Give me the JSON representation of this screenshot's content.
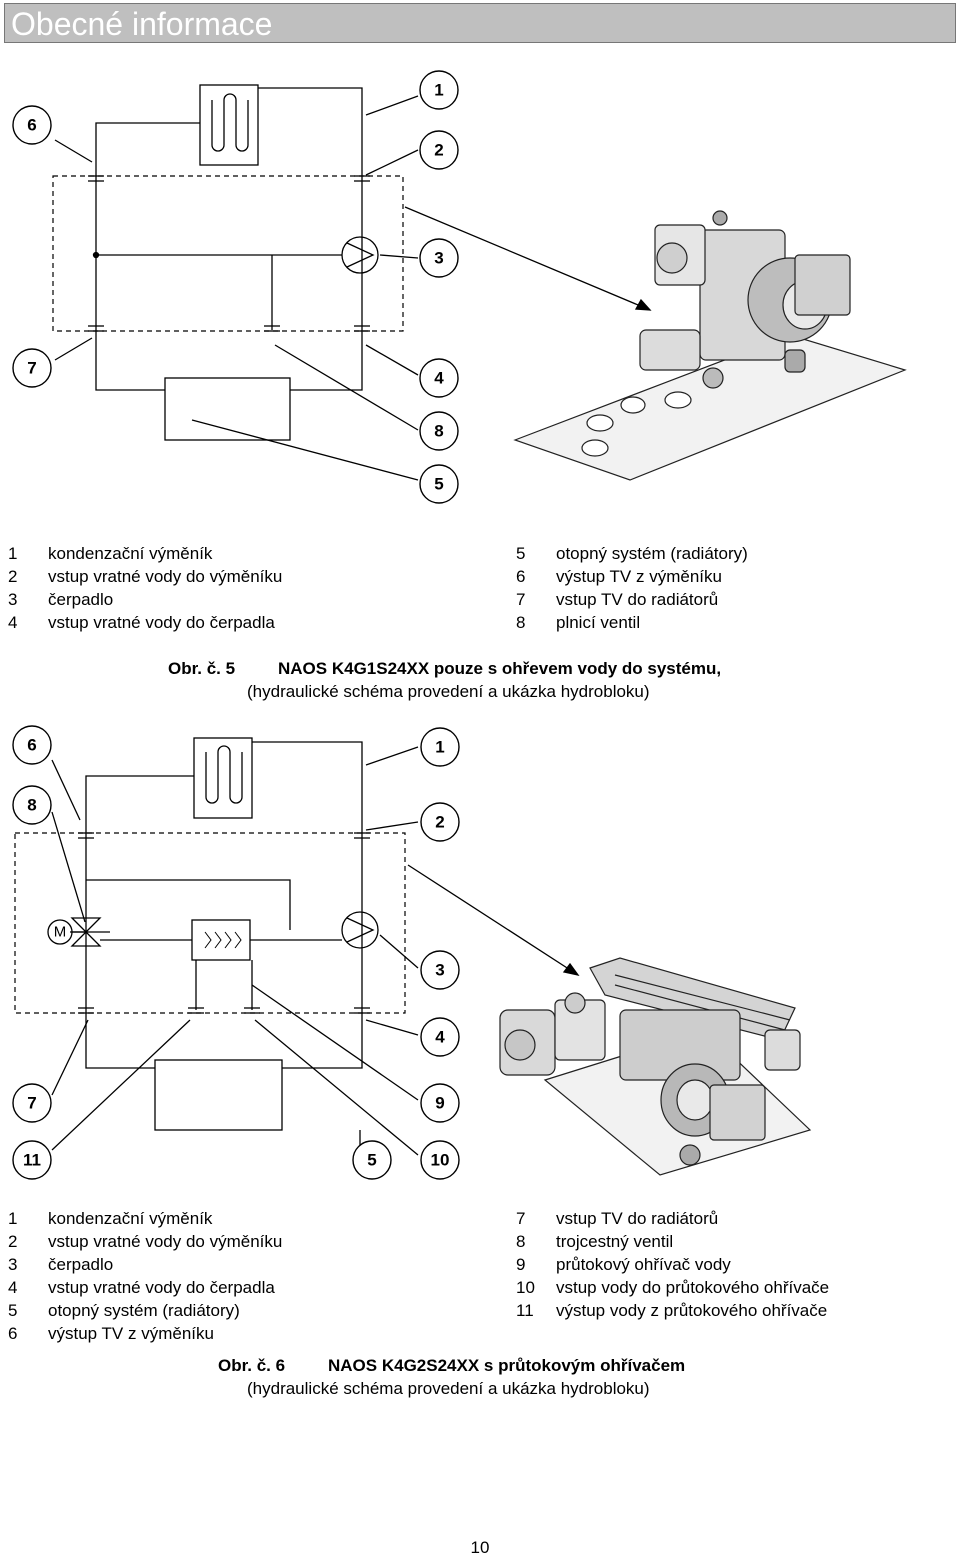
{
  "header": {
    "title": "Obecné informace"
  },
  "figure5": {
    "labels": [
      "1",
      "2",
      "3",
      "4",
      "5",
      "6",
      "7",
      "8"
    ],
    "legend_left": [
      {
        "num": "1",
        "text": "kondenzační výměník"
      },
      {
        "num": "2",
        "text": "vstup vratné vody do výměníku"
      },
      {
        "num": "3",
        "text": "čerpadlo"
      },
      {
        "num": "4",
        "text": "vstup vratné vody do čerpadla"
      }
    ],
    "legend_right": [
      {
        "num": "5",
        "text": "otopný systém (radiátory)"
      },
      {
        "num": "6",
        "text": "výstup TV z výměníku"
      },
      {
        "num": "7",
        "text": "vstup TV do radiátorů"
      },
      {
        "num": "8",
        "text": "plnicí ventil"
      }
    ],
    "caption_id": "Obr. č. 5",
    "caption_title": "NAOS K4G1S24XX pouze s ohřevem vody do systému,",
    "caption_sub": "(hydraulické schéma provedení a ukázka hydrobloku)"
  },
  "figure6": {
    "labels": [
      "1",
      "2",
      "3",
      "4",
      "5",
      "6",
      "7",
      "8",
      "9",
      "10",
      "11"
    ],
    "valve_letter": "M",
    "legend_left": [
      {
        "num": "1",
        "text": "kondenzační výměník"
      },
      {
        "num": "2",
        "text": "vstup vratné vody do výměníku"
      },
      {
        "num": "3",
        "text": "čerpadlo"
      },
      {
        "num": "4",
        "text": "vstup vratné vody do čerpadla"
      },
      {
        "num": "5",
        "text": "otopný systém (radiátory)"
      },
      {
        "num": "6",
        "text": "výstup TV z výměníku"
      }
    ],
    "legend_right": [
      {
        "num": "7",
        "text": "vstup TV do radiátorů"
      },
      {
        "num": "8",
        "text": "trojcestný ventil"
      },
      {
        "num": "9",
        "text": "průtokový ohřívač vody"
      },
      {
        "num": "10",
        "text": "vstup vody do průtokového ohřívače"
      },
      {
        "num": "11",
        "text": "výstup vody z průtokového ohřívače"
      }
    ],
    "caption_id": "Obr. č. 6",
    "caption_title": "NAOS K4G2S24XX s průtokovým ohřívačem",
    "caption_sub": "(hydraulické schéma provedení a ukázka hydrobloku)"
  },
  "footer": {
    "page_number": "10"
  }
}
